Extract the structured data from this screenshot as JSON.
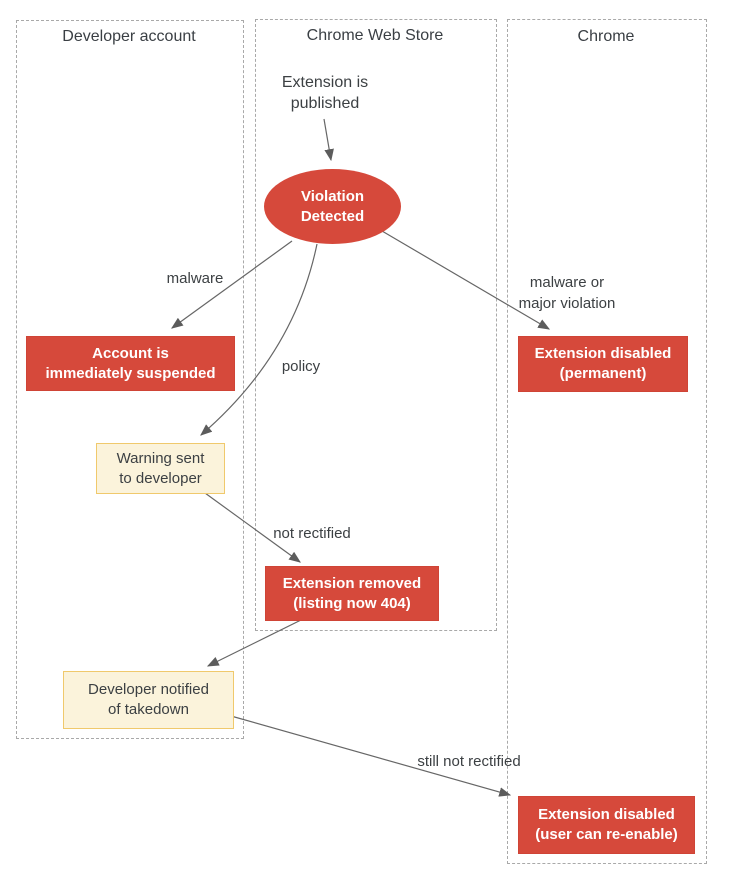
{
  "diagram": {
    "lanes": [
      {
        "title": "Developer account"
      },
      {
        "title": "Chrome Web Store"
      },
      {
        "title": "Chrome"
      }
    ],
    "nodes": {
      "extension_published": {
        "lines": [
          "Extension is",
          "published"
        ]
      },
      "violation_detected": {
        "lines": [
          "Violation",
          "Detected"
        ]
      },
      "account_suspended": {
        "lines": [
          "Account is",
          "immediately suspended"
        ]
      },
      "warning_sent": {
        "lines": [
          "Warning sent",
          "to developer"
        ]
      },
      "extension_disabled_permanent": {
        "lines": [
          "Extension disabled",
          "(permanent)"
        ]
      },
      "extension_removed": {
        "lines": [
          "Extension removed",
          "(listing now 404)"
        ]
      },
      "developer_notified": {
        "lines": [
          "Developer notified",
          "of takedown"
        ]
      },
      "extension_disabled_reenable": {
        "lines": [
          "Extension disabled",
          "(user can re-enable)"
        ]
      }
    },
    "edge_labels": {
      "malware": "malware",
      "policy": "policy",
      "malware_or_line1": "malware or",
      "malware_or_line2": "major violation",
      "not_rectified": "not rectified",
      "still_not_rectified": "still not rectified"
    },
    "colors": {
      "node_red": "#d6493b",
      "node_yellow_fill": "#fbf3db",
      "node_yellow_border": "#f0c96c",
      "lane_dash": "#a9a9a9",
      "edge_line": "#666666",
      "text": "#3c4043"
    }
  }
}
